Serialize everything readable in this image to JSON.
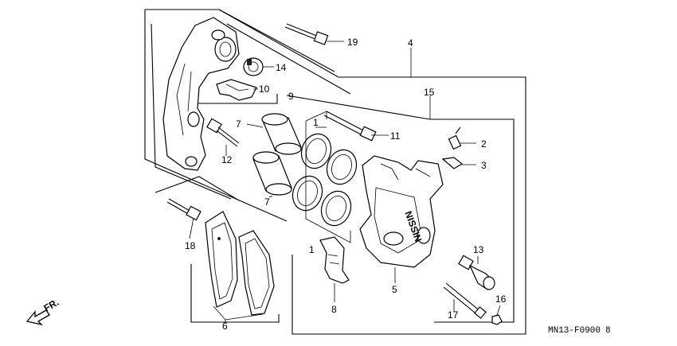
{
  "callouts": {
    "p1a": "1",
    "p1b": "1",
    "p2": "2",
    "p3": "3",
    "p4": "4",
    "p5": "5",
    "p6": "6",
    "p7a": "7",
    "p7b": "7",
    "p8": "8",
    "p9": "9",
    "p10": "10",
    "p11": "11",
    "p12": "12",
    "p13": "13",
    "p14": "14",
    "p15": "15",
    "p16": "16",
    "p17": "17",
    "p18": "18",
    "p19": "19"
  },
  "front_arrow_label": "FR.",
  "caliper_brand": "NISSIN",
  "diagram_code": "MN13-F0900",
  "diagram_code_suffix": "8"
}
